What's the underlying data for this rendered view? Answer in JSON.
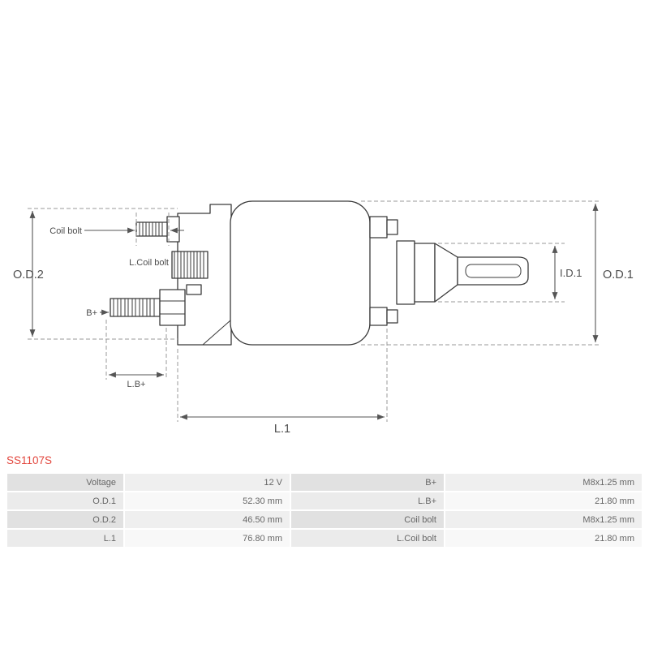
{
  "product": {
    "code": "SS1107S"
  },
  "colors": {
    "accent_red": "#e2453c",
    "line": "#3a3a3a",
    "dim_line": "#555555",
    "table_label_bg": "#e1e1e1",
    "table_value_bg": "#efefef"
  },
  "diagram": {
    "labels": {
      "od2": "O.D.2",
      "od1": "O.D.1",
      "id1": "I.D.1",
      "coil_bolt": "Coil bolt",
      "l_coil_bolt": "L.Coil bolt",
      "b_plus": "B+",
      "lb_plus": "L.B+",
      "l1": "L.1"
    }
  },
  "table": {
    "rows": [
      {
        "label1": "Voltage",
        "value1": "12 V",
        "label2": "B+",
        "value2": "M8x1.25 mm"
      },
      {
        "label1": "O.D.1",
        "value1": "52.30 mm",
        "label2": "L.B+",
        "value2": "21.80 mm"
      },
      {
        "label1": "O.D.2",
        "value1": "46.50 mm",
        "label2": "Coil bolt",
        "value2": "M8x1.25 mm"
      },
      {
        "label1": "L.1",
        "value1": "76.80 mm",
        "label2": "L.Coil bolt",
        "value2": "21.80 mm"
      }
    ]
  }
}
